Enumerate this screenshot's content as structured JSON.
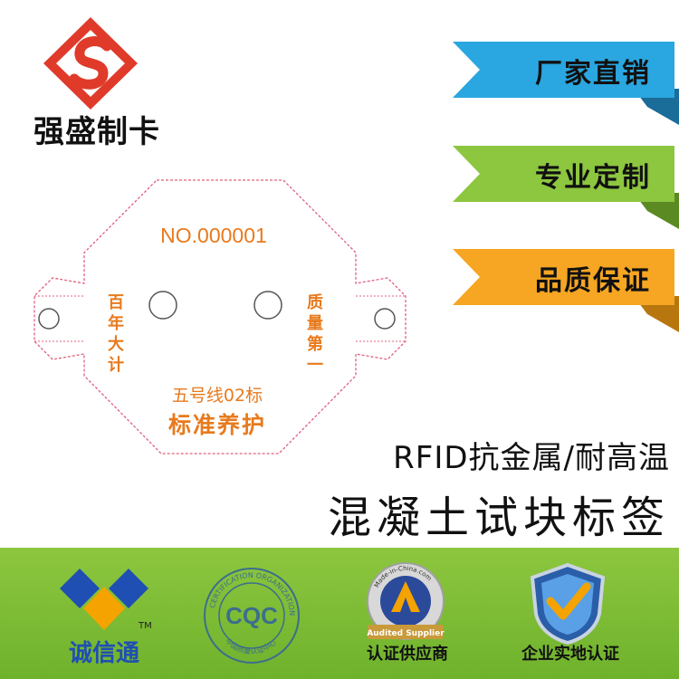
{
  "brand": {
    "name": "强盛制卡"
  },
  "ribbons": [
    {
      "label": "厂家直销",
      "color": "#2aa6e0"
    },
    {
      "label": "专业定制",
      "color": "#8dc63f"
    },
    {
      "label": "品质保证",
      "color": "#f6a623"
    }
  ],
  "tag": {
    "number": "NO.000001",
    "left_text": [
      "百",
      "年",
      "大",
      "计"
    ],
    "right_text": [
      "质",
      "量",
      "第",
      "一"
    ],
    "line_code": "五号线02标",
    "slogan": "标准养护"
  },
  "product": {
    "subtitle": "RFID抗金属/耐高温",
    "title": "混凝土试块标签"
  },
  "certs": {
    "cxt_name": "诚信通",
    "cxt_tm": "TM",
    "cqc_ring_text": "CERTIFICATION ORGANIZATION",
    "cqc_bottom_text": "中国质量认证中心",
    "cqc_label": "CQC",
    "mic_ring_text": "Made-in-China.com",
    "mic_ribbon": "Audited Supplier",
    "audited_label": "认证供应商",
    "onsite_label": "企业实地认证"
  },
  "colors": {
    "accent_orange": "#e87a1d",
    "band_green": "#7cbb34"
  }
}
